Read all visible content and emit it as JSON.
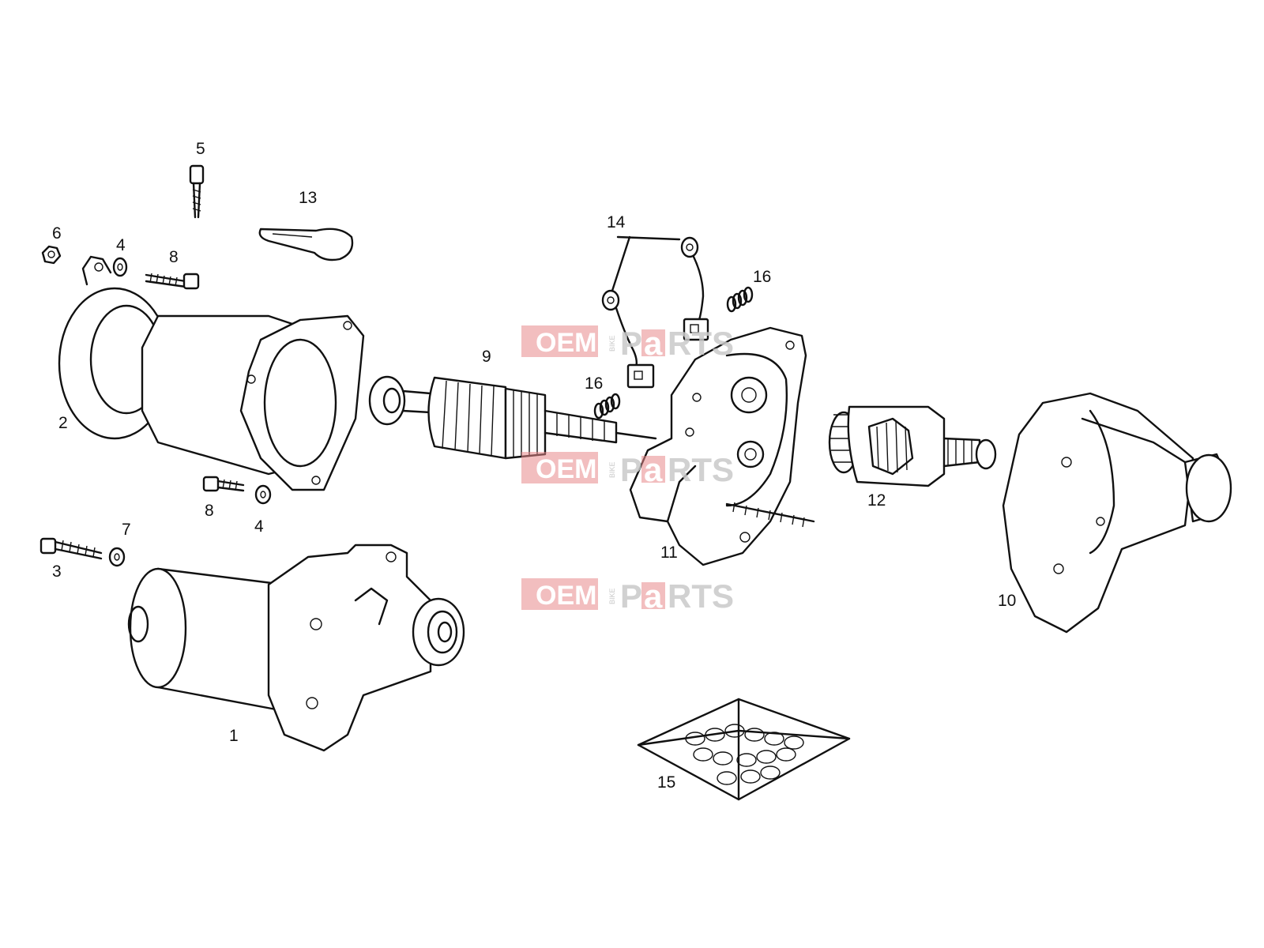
{
  "callouts": {
    "c1": "1",
    "c2": "2",
    "c3": "3",
    "c4a": "4",
    "c4b": "4",
    "c5": "5",
    "c6": "6",
    "c7": "7",
    "c8a": "8",
    "c8b": "8",
    "c9": "9",
    "c10": "10",
    "c11": "11",
    "c12": "12",
    "c13": "13",
    "c14": "14",
    "c15": "15",
    "c16a": "16",
    "c16b": "16"
  },
  "watermark": {
    "oem": "OEM",
    "bike": "BIKE",
    "p": "P",
    "a": "a",
    "rts": "RTS",
    "color_red": "#e8888a",
    "color_grey": "#c9c9c9"
  }
}
